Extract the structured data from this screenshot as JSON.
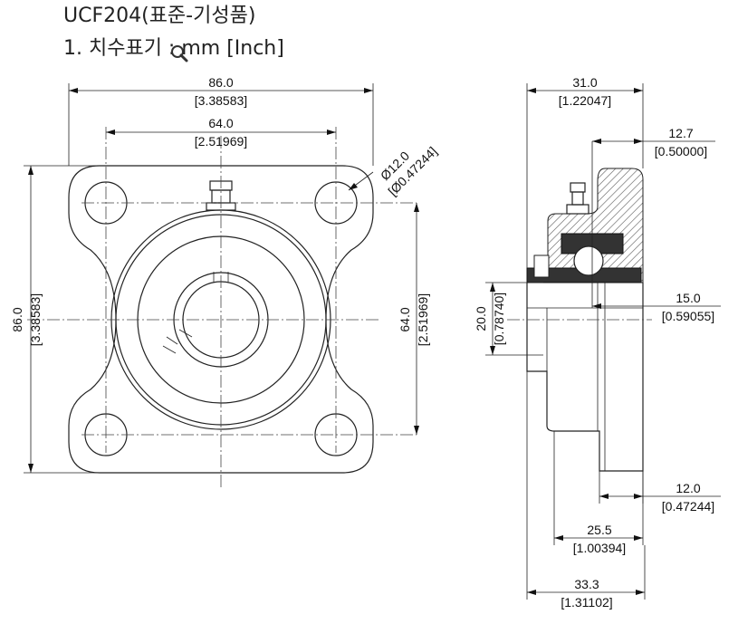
{
  "title": {
    "line1": "UCF204(표준-기성품)",
    "line2": "1. 치수표기 : mm [Inch]"
  },
  "icons": {
    "magnifier": "magnifier-icon"
  },
  "front_view": {
    "overall_width": {
      "mm": "86.0",
      "inch": "[3.38583]"
    },
    "bolt_spacing_h": {
      "mm": "64.0",
      "inch": "[2.51969]"
    },
    "hole_dia": {
      "mm": "Ø12.0",
      "inch": "[Ø0.47244]"
    },
    "overall_height": {
      "mm": "86.0",
      "inch": "[3.38583]"
    },
    "bolt_spacing_v": {
      "mm": "64.0",
      "inch": "[2.51969]"
    }
  },
  "side_view": {
    "overall_depth": {
      "mm": "31.0",
      "inch": "[1.22047]"
    },
    "flange_offset": {
      "mm": "12.7",
      "inch": "[0.50000]"
    },
    "shaft_bore": {
      "mm": "20.0",
      "inch": "[0.78740]"
    },
    "housing_step": {
      "mm": "15.0",
      "inch": "[0.59055]"
    },
    "flange_thickness": {
      "mm": "12.0",
      "inch": "[0.47244]"
    },
    "insert_offset": {
      "mm": "25.5",
      "inch": "[1.00394]"
    },
    "total_length": {
      "mm": "33.3",
      "inch": "[1.31102]"
    }
  }
}
